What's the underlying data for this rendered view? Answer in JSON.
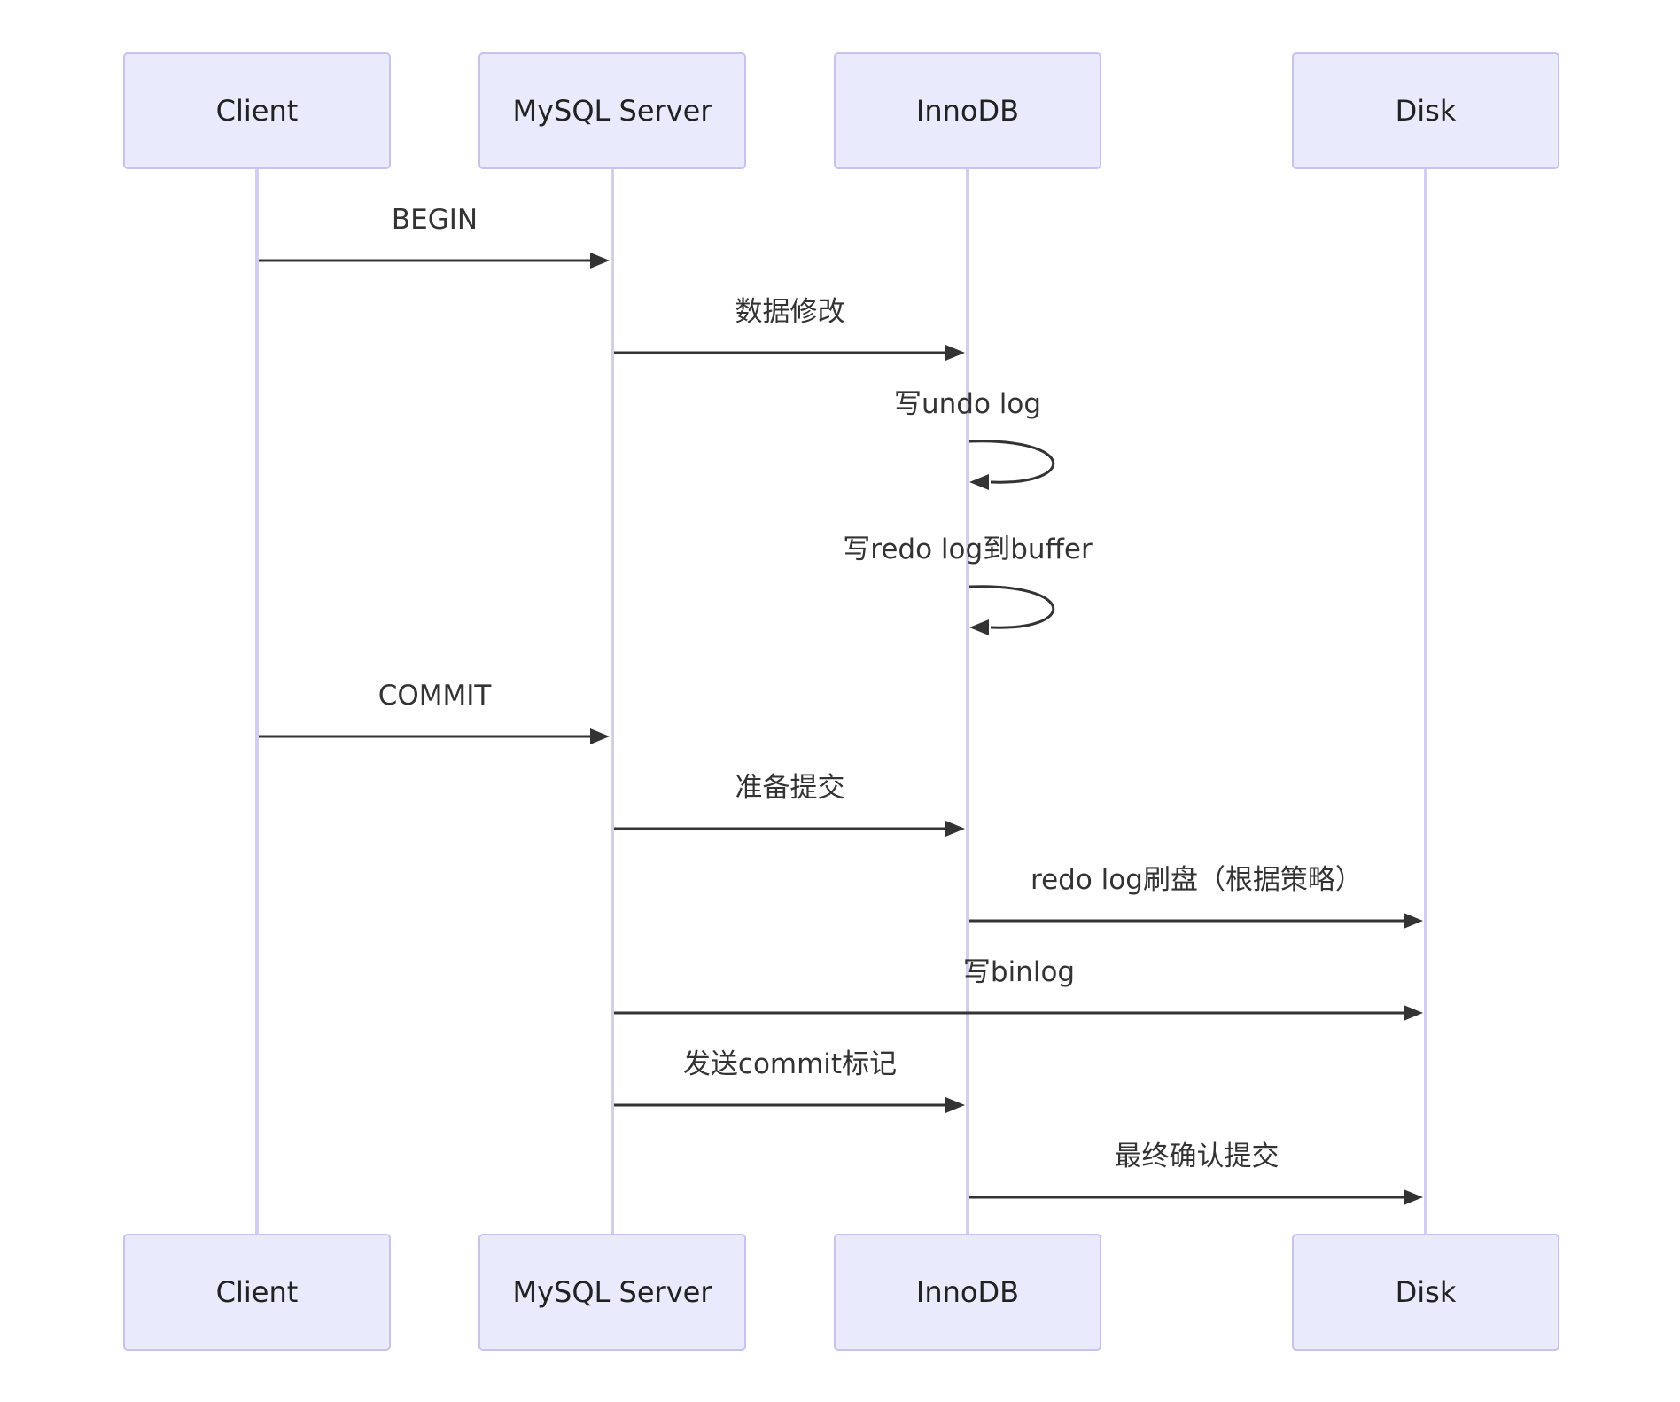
{
  "participants": [
    {
      "id": "client",
      "label": "Client"
    },
    {
      "id": "mysql",
      "label": "MySQL Server"
    },
    {
      "id": "innodb",
      "label": "InnoDB"
    },
    {
      "id": "disk",
      "label": "Disk"
    }
  ],
  "messages": [
    {
      "from": "client",
      "to": "mysql",
      "label": "BEGIN"
    },
    {
      "from": "mysql",
      "to": "innodb",
      "label": "数据修改"
    },
    {
      "from": "innodb",
      "to": "innodb",
      "label": "写undo log"
    },
    {
      "from": "innodb",
      "to": "innodb",
      "label": "写redo log到buffer"
    },
    {
      "from": "client",
      "to": "mysql",
      "label": "COMMIT"
    },
    {
      "from": "mysql",
      "to": "innodb",
      "label": "准备提交"
    },
    {
      "from": "innodb",
      "to": "disk",
      "label": "redo log刷盘（根据策略）"
    },
    {
      "from": "mysql",
      "to": "disk",
      "label": "写binlog"
    },
    {
      "from": "mysql",
      "to": "innodb",
      "label": "发送commit标记"
    },
    {
      "from": "innodb",
      "to": "disk",
      "label": "最终确认提交"
    }
  ],
  "colors": {
    "actor_fill": "#eaeafd",
    "actor_border": "#c9c1ee",
    "lifeline": "#d4cdf2",
    "arrow": "#333333"
  }
}
